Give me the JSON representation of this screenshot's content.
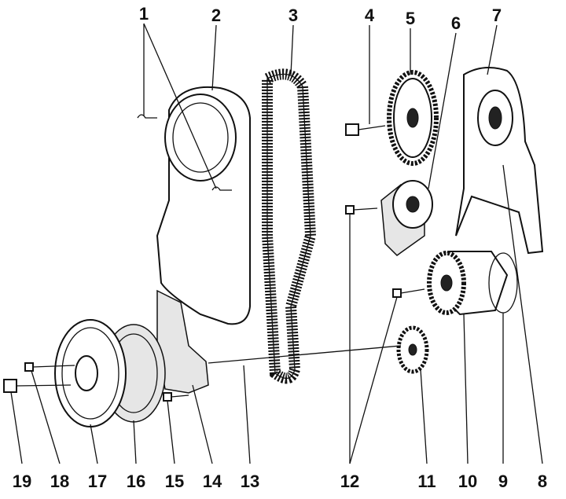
{
  "title": "Timing belt assembly exploded view",
  "labels": {
    "l1": "1",
    "l2": "2",
    "l3": "3",
    "l4": "4",
    "l5": "5",
    "l6": "6",
    "l7": "7",
    "l8": "8",
    "l9": "9",
    "l10": "10",
    "l11": "11",
    "l12": "12",
    "l13": "13",
    "l14": "14",
    "l15": "15",
    "l16": "16",
    "l17": "17",
    "l18": "18",
    "l19": "19"
  }
}
